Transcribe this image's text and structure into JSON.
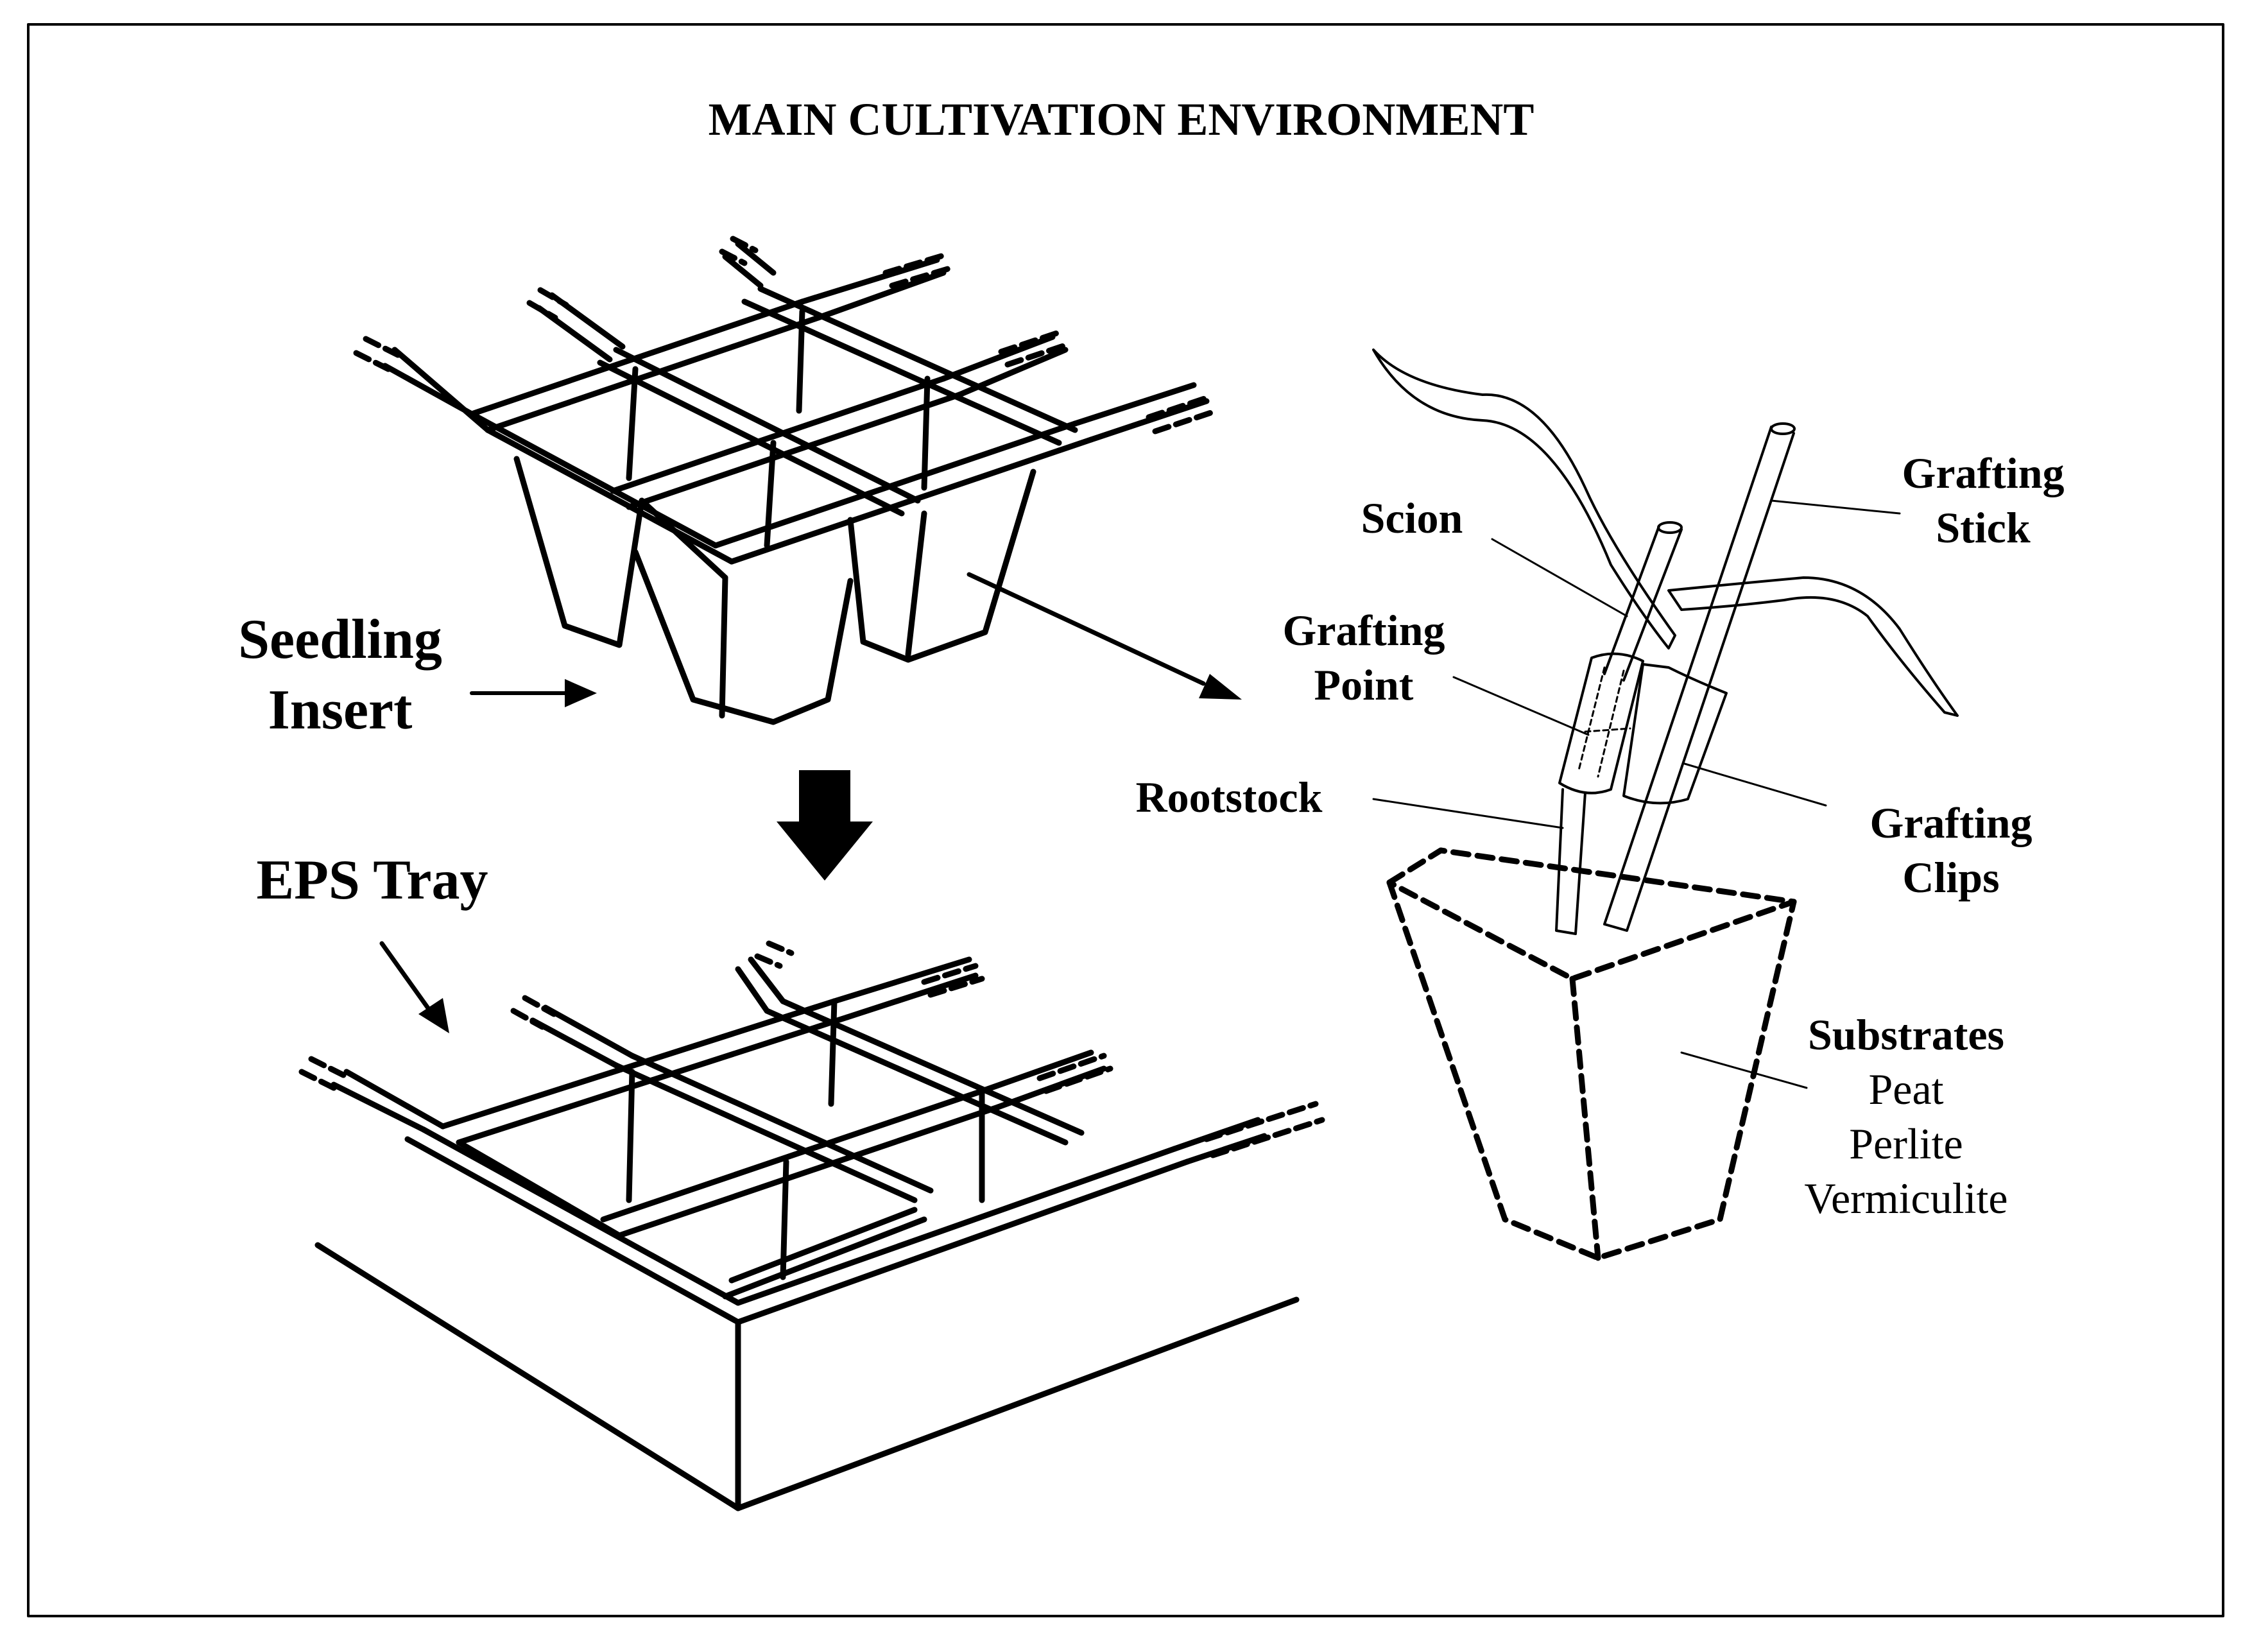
{
  "title": "MAIN CULTIVATION ENVIRONMENT",
  "labels": {
    "seedling_insert_line1": "Seedling",
    "seedling_insert_line2": "Insert",
    "eps_tray": "EPS Tray",
    "scion": "Scion",
    "grafting_point_line1": "Grafting",
    "grafting_point_line2": "Point",
    "rootstock": "Rootstock",
    "grafting_stick_line1": "Grafting",
    "grafting_stick_line2": "Stick",
    "grafting_clips_line1": "Grafting",
    "grafting_clips_line2": "Clips",
    "substrates": "Substrates",
    "substrate_items": [
      "Peat",
      "Perlite",
      "Vermiculite"
    ]
  },
  "colors": {
    "ink": "#000000",
    "background": "#ffffff"
  },
  "icons": [
    "down-arrow-icon",
    "right-arrow-icon",
    "diagonal-arrow-icon"
  ]
}
